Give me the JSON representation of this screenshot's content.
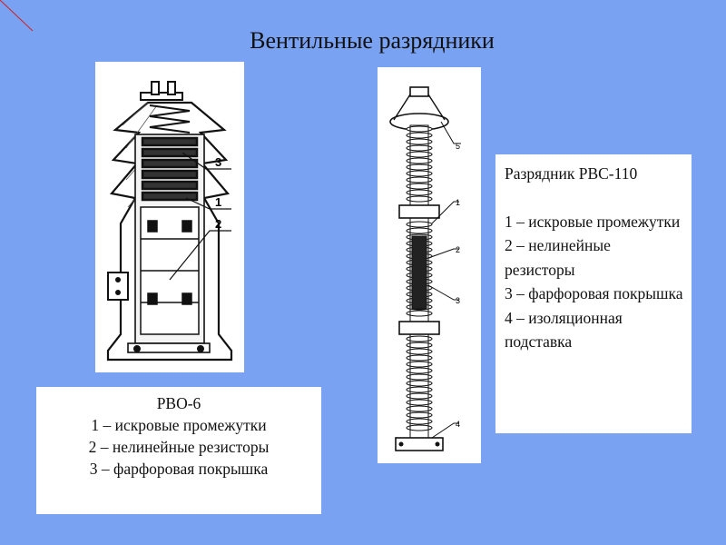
{
  "title": "Вентильные разрядники",
  "left_diagram": {
    "callouts": [
      "3",
      "1",
      "2"
    ]
  },
  "right_diagram": {
    "callouts": [
      "5",
      "1",
      "2",
      "3",
      "4"
    ]
  },
  "caption_rvo": {
    "heading": "РВО-6",
    "items": [
      "1 – искровые промежутки",
      "2 – нелинейные резисторы",
      "3 – фарфоровая покрышка"
    ]
  },
  "caption_rvs": {
    "heading": "Разрядник РВС-110",
    "items": [
      "1 – искровые промежутки",
      "2 – нелинейные резисторы",
      "3 – фарфоровая покрышка",
      "4 – изоляционная подставка"
    ]
  },
  "colors": {
    "background": "#7aa2f2",
    "panel": "#ffffff",
    "corner_line": "#cc2222"
  }
}
